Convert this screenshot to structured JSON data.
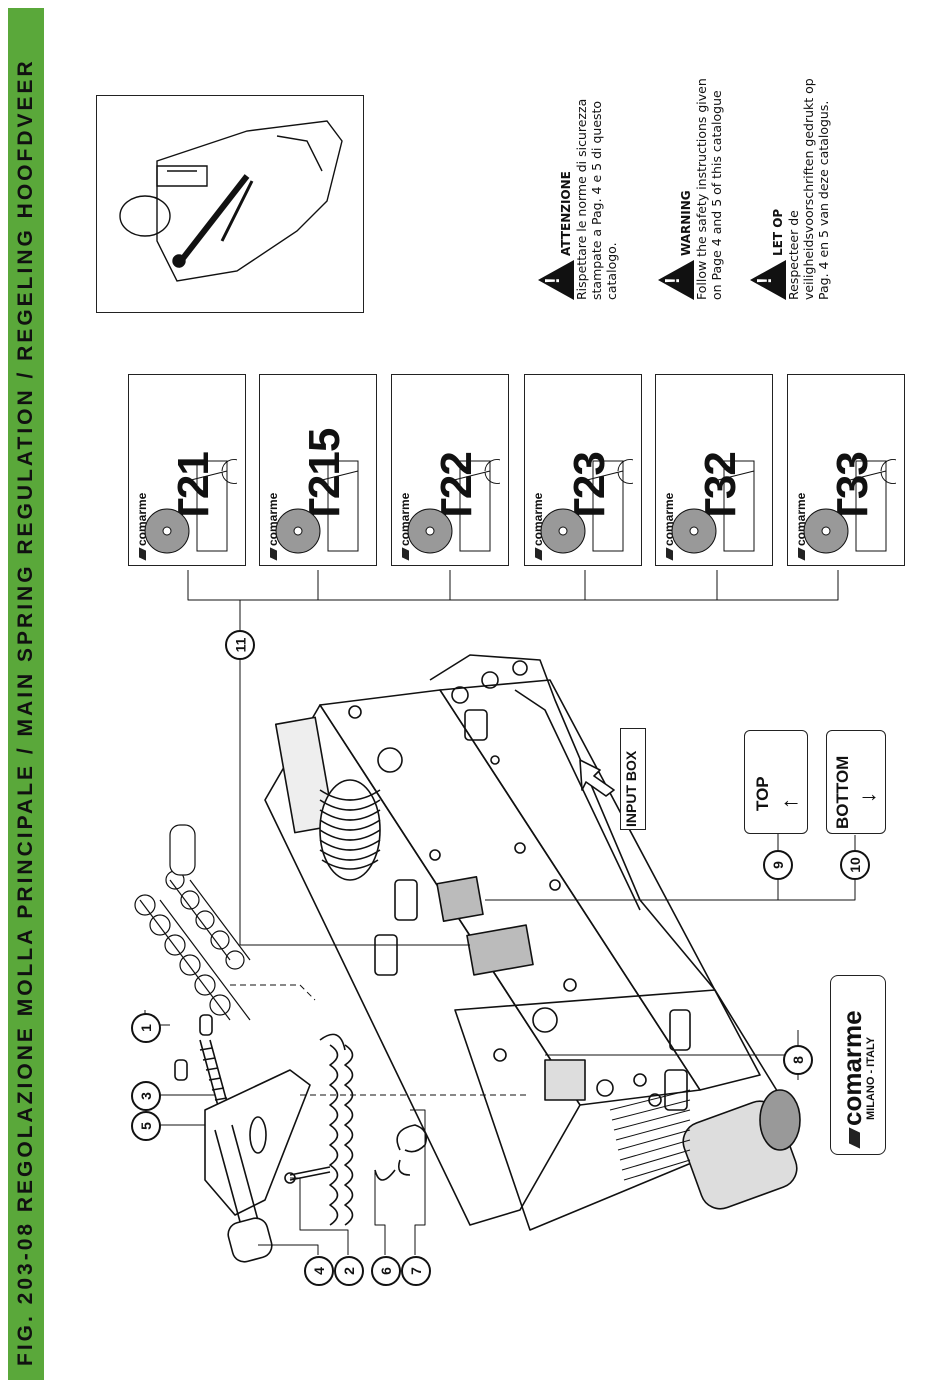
{
  "title": "FIG. 203-08 REGOLAZIONE MOLLA PRINCIPALE / MAIN SPRING REGULATION / REGELING HOOFDVEER",
  "brand": {
    "logo_text": "comarme",
    "location": "MILANO - ITALY"
  },
  "models": [
    {
      "logo": "comarme",
      "name": "T21"
    },
    {
      "logo": "comarme",
      "name": "T215"
    },
    {
      "logo": "comarme",
      "name": "T22"
    },
    {
      "logo": "comarme",
      "name": "T23"
    },
    {
      "logo": "comarme",
      "name": "T32"
    },
    {
      "logo": "comarme",
      "name": "T33"
    }
  ],
  "warnings": [
    {
      "heading": "ATTENZIONE",
      "line1": "Rispettare le norme di sicurezza",
      "line2": "stampate a Pag. 4 e 5 di questo",
      "line3": "catalogo."
    },
    {
      "heading": "WARNING",
      "line1": "Follow the safety instructions given",
      "line2": "on Page 4 and 5 of this catalogue",
      "line3": ""
    },
    {
      "heading": "LET OP",
      "line1": "Respecteer de",
      "line2": "veiligheidsvoorschriften gedrukt op",
      "line3": "Pag. 4 en 5 van deze catalogus."
    }
  ],
  "labels": {
    "input_box": "INPUT BOX",
    "top": "TOP",
    "bottom": "BOTTOM",
    "top_arrow": "↑",
    "bottom_arrow": "↓"
  },
  "callouts": [
    "1",
    "2",
    "3",
    "4",
    "5",
    "6",
    "7",
    "8",
    "9",
    "10",
    "11"
  ]
}
